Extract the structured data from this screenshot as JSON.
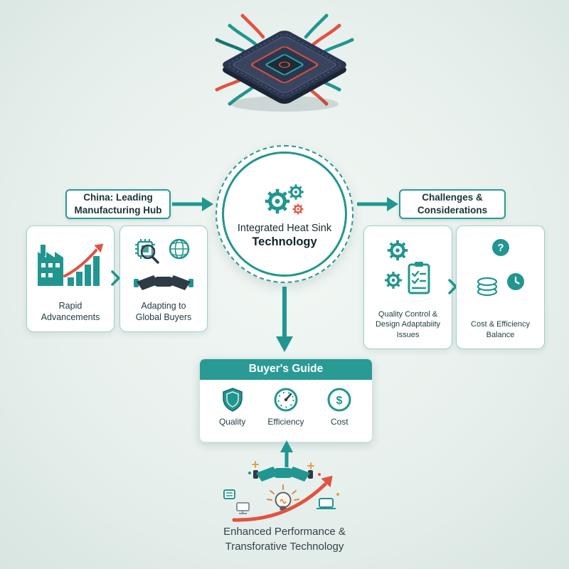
{
  "colors": {
    "teal": "#219690",
    "teal_dark": "#157571",
    "header_teal": "#2a9a94",
    "accent_red": "#e2523f",
    "accent_orange": "#e08a3c",
    "ink": "#1d3a3e",
    "chip_navy": "#2b3750"
  },
  "glyphs": {
    "question": "?",
    "dollar": "$"
  },
  "top_illustration": {
    "icon": "cpu-chip-with-cooling-flow"
  },
  "center_node": {
    "icon": "gears",
    "line1": "Integrated Heat Sink",
    "line2": "Technology"
  },
  "left_branch": {
    "label": "China: Leading\nManufacturing Hub",
    "cards": [
      {
        "icon": "factory-growth-chart",
        "title": "Rapid\nAdvancements"
      },
      {
        "icon": "chip-globe-handshake",
        "title": "Adapting to\nGlobal Buyers"
      }
    ]
  },
  "right_branch": {
    "label": "Challenges &\nConsiderations",
    "cards": [
      {
        "icon": "gears-checklist",
        "title": "Quality Control &\nDesign Adaptabiity Issues"
      },
      {
        "icon": "question-coins-clock",
        "title": "Cost & Efficiency\nBalance"
      }
    ]
  },
  "buyers_guide": {
    "title": "Buyer's Guide",
    "items": [
      {
        "icon": "shield",
        "label": "Quality"
      },
      {
        "icon": "gauge",
        "label": "Efficiency"
      },
      {
        "icon": "dollar-coin",
        "label": "Cost"
      }
    ]
  },
  "bottom_illustration": {
    "icon": "handshake-lightbulb-growth-arrow"
  },
  "caption": "Enhanced Performance &\nTransforative Technology"
}
